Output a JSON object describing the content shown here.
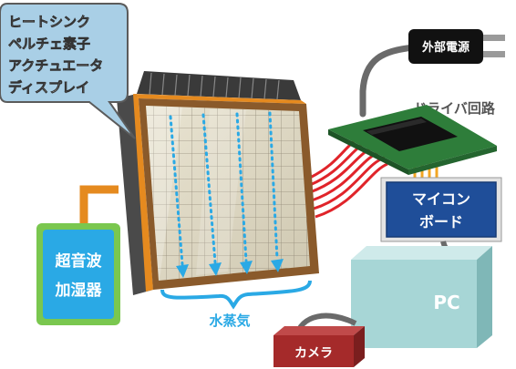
{
  "callout": {
    "lines": [
      "ヒートシンク",
      "ペルチェ素子",
      "アクチュエータ",
      "ディスプレイ"
    ]
  },
  "humidifier": {
    "lines": [
      "超音波",
      "加湿器"
    ]
  },
  "vapor_label": "水蒸気",
  "power_label": "外部電源",
  "driver_label": "ドライバ回路",
  "mcu": {
    "lines": [
      "マイコン",
      "ボード"
    ]
  },
  "pc_label": "PC",
  "camera_label": "カメラ",
  "colors": {
    "callout_fill": "#a9cfe6",
    "callout_stroke": "#5b5b5b",
    "humidifier_fill": "#2aa9e5",
    "humidifier_border": "#7ac74f",
    "vapor": "#2aa9e5",
    "panel_frame": "#8a5a2b",
    "heatsink": "#3a3a3a",
    "tube": "#e58a1f",
    "wires": "#e0242a",
    "pcb": "#2e7d3a",
    "mcu_fill": "#1f4e99",
    "pc_fill": "#a7d6d6",
    "camera_fill": "#a52a2a",
    "plug": "#111111"
  }
}
